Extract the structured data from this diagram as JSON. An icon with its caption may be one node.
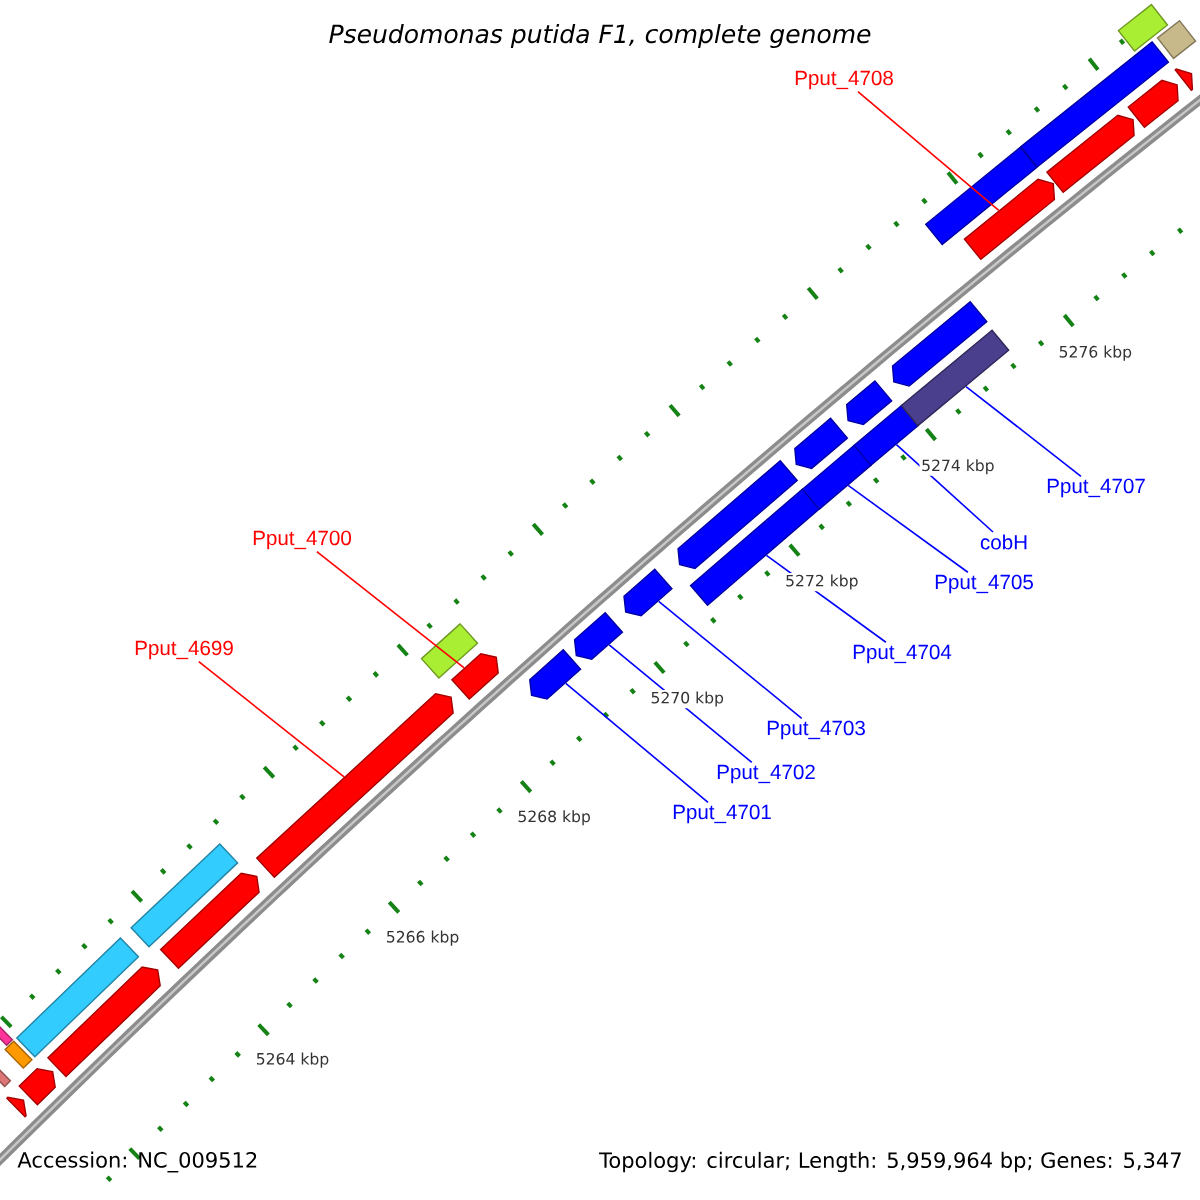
{
  "diagram": {
    "title": "Pseudomonas putida F1, complete genome",
    "nodes": [
      {
        "text": [
          "Pput_4708"
        ]
      },
      {
        "text": [
          "Pput_4707"
        ]
      },
      {
        "text": [
          "cobH"
        ]
      },
      {
        "text": [
          "Pput_4700"
        ]
      },
      {
        "text": [
          "Pput_4705"
        ]
      },
      {
        "text": [
          "Pput_4699"
        ]
      },
      {
        "text": [
          "Pput_4704"
        ]
      },
      {
        "text": [
          "Pput_4703"
        ]
      },
      {
        "text": [
          "Pput_4702"
        ]
      },
      {
        "text": [
          "Pput_4701"
        ]
      },
      {
        "text": [],
        "shape": "pentagon"
      },
      {
        "text": [],
        "shape": "bar"
      },
      {
        "text": [],
        "shape": "bar"
      },
      {
        "text": [],
        "shape": "bar"
      },
      {
        "text": [],
        "shape": "pentagon"
      },
      {
        "text": [],
        "shape": "bar"
      },
      {
        "text": [],
        "shape": "pentagon"
      },
      {
        "text": [],
        "shape": "bar"
      },
      {
        "text": [],
        "shape": "pentagon"
      },
      {
        "text": [],
        "shape": "pentagon"
      },
      {
        "text": [],
        "shape": "bar"
      },
      {
        "text": [],
        "shape": "pentagon"
      },
      {
        "text": [],
        "shape": "pentagon"
      },
      {
        "text": [],
        "shape": "pentagon"
      },
      {
        "text": [],
        "shape": "pentagon"
      },
      {
        "text": [],
        "shape": "bar"
      },
      {
        "text": [],
        "shape": "pentagon"
      },
      {
        "text": [],
        "shape": "bar"
      },
      {
        "text": [],
        "shape": "pentagon"
      },
      {
        "text": [],
        "shape": "bar"
      },
      {
        "text": [],
        "shape": "pentagon"
      },
      {
        "text": [],
        "shape": "bar"
      },
      {
        "text": [],
        "shape": "pentagon"
      },
      {
        "text": [],
        "shape": "bar"
      },
      {
        "text": [],
        "shape": "pentagon"
      },
      {
        "text": [],
        "shape": "bar"
      },
      {
        "text": [],
        "shape": "pentagon"
      },
      {
        "text": [],
        "shape": "pentagon"
      },
      {
        "text": [],
        "shape": "bar"
      },
      {
        "text": [],
        "shape": "pentagon"
      },
      {
        "text": [],
        "shape": "bar"
      }
    ],
    "edges": [
      {
        "from": 0,
        "to": 34,
        "arrow": "none",
        "color": "#ff0000"
      },
      {
        "from": 1,
        "to": 31,
        "arrow": "none"
      },
      {
        "from": 2,
        "to": 29,
        "arrow": "none"
      },
      {
        "from": 3,
        "to": 21,
        "arrow": "none",
        "color": "#ff0000"
      },
      {
        "from": 4,
        "to": 27,
        "arrow": "none"
      },
      {
        "from": 5,
        "to": 19,
        "arrow": "none",
        "color": "#ff0000"
      },
      {
        "from": 6,
        "to": 25,
        "arrow": "none"
      },
      {
        "from": 7,
        "to": 24,
        "arrow": "none"
      },
      {
        "from": 8,
        "to": 23,
        "arrow": "none"
      },
      {
        "from": 9,
        "to": 22,
        "arrow": "none"
      }
    ],
    "labels": [
      "5276 kbp",
      "5274 kbp",
      "5272 kbp",
      "5270 kbp",
      "5268 kbp",
      "5266 kbp",
      "5264 kbp",
      "Accession: NC_009512",
      "Topology: circular; Length: 5,959,964 bp; Genes: 5,347"
    ]
  }
}
